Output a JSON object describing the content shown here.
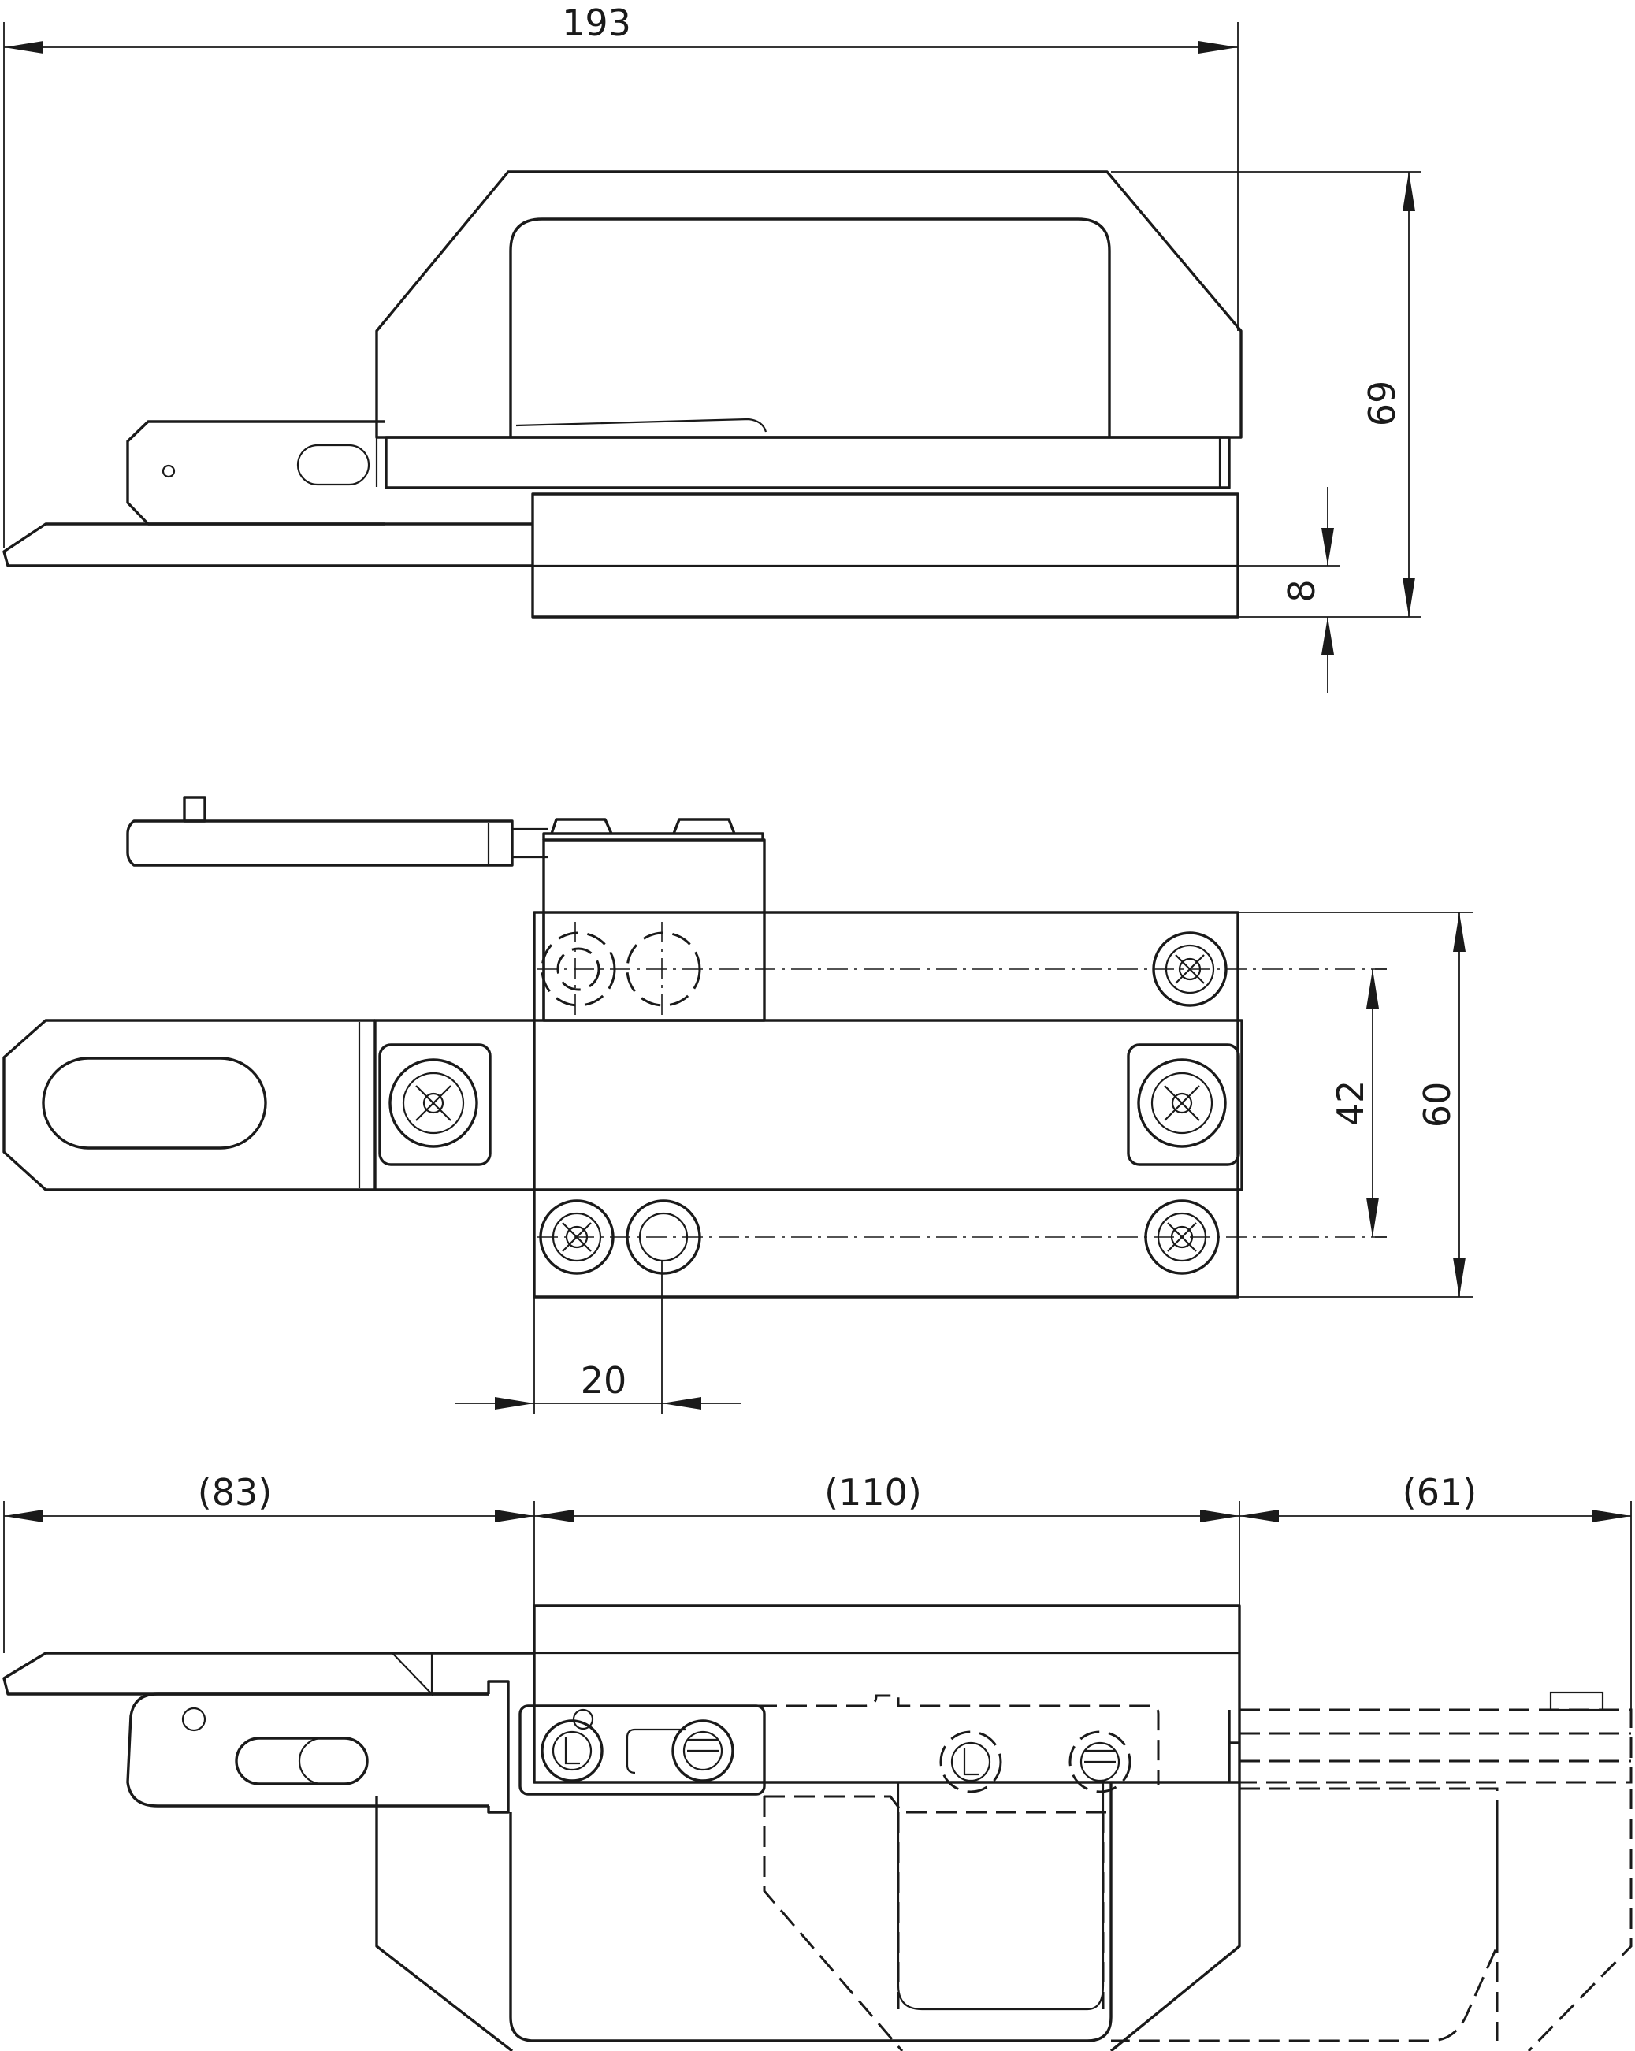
{
  "dimensions": {
    "overall_length": "193",
    "overall_height": "69",
    "base_thickness": "8",
    "hole_spacing_vertical": "42",
    "plate_width": "60",
    "hole_offset": "20",
    "left_extension": "(83)",
    "body_length": "(110)",
    "right_extension": "(61)"
  }
}
